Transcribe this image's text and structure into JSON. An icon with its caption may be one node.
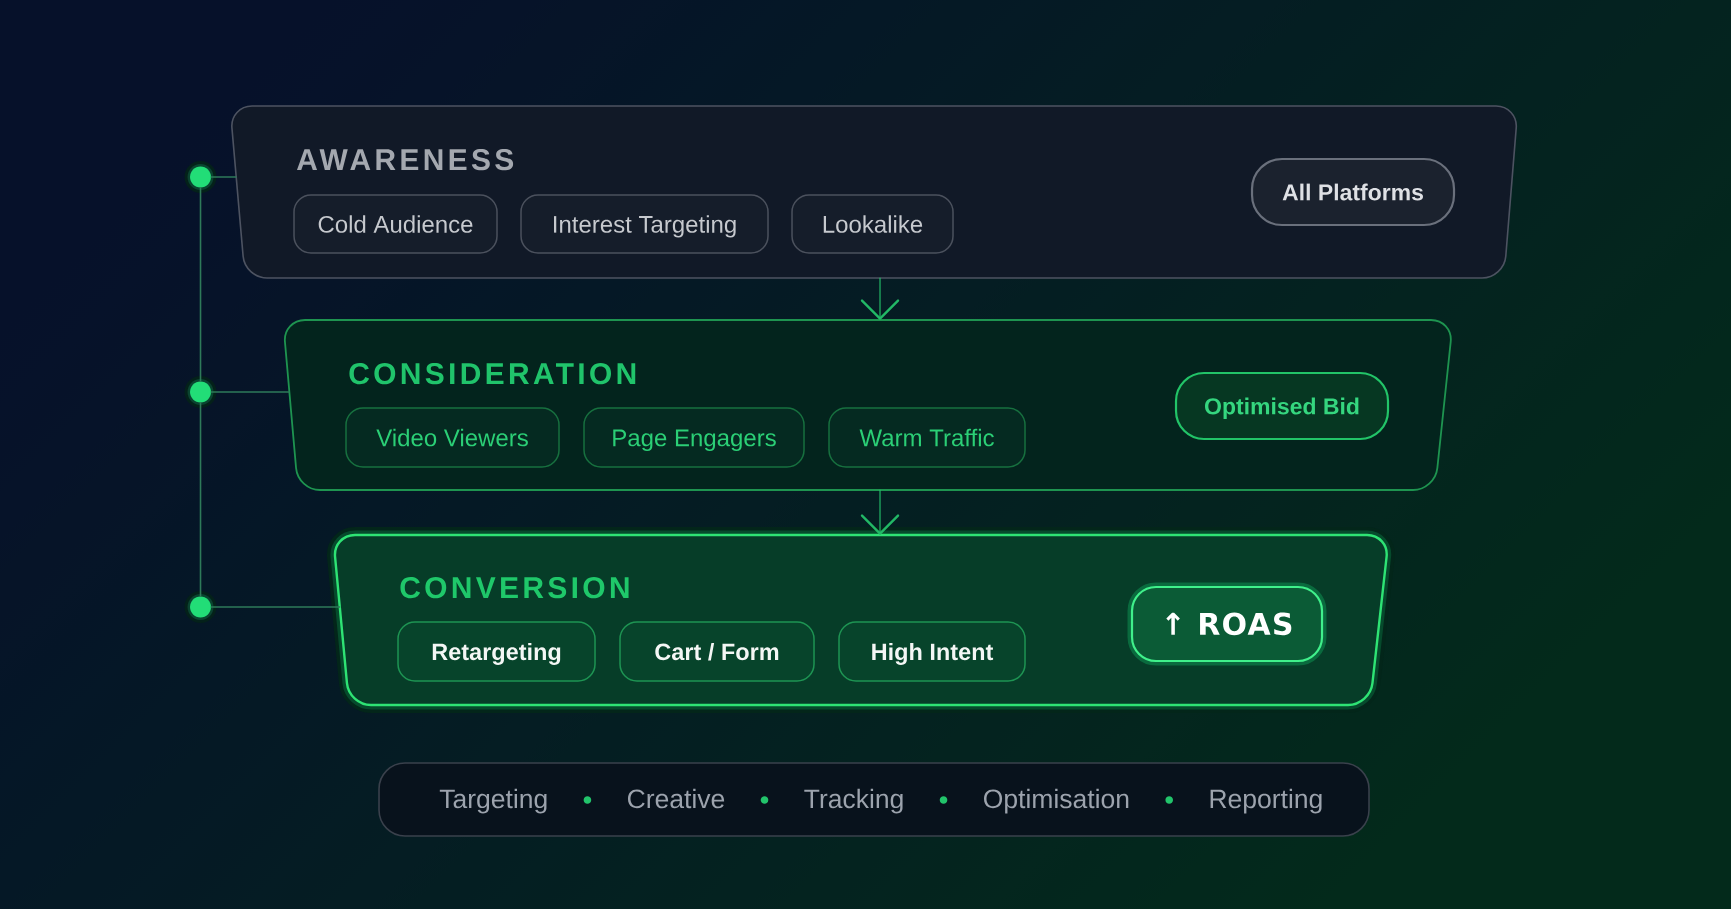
{
  "diagram": {
    "nodes": [
      {
        "text": [
          "AWARENESS"
        ]
      },
      {
        "text": [
          "Cold Audience"
        ],
        "in": 0
      },
      {
        "text": [
          "Interest Targeting"
        ],
        "in": 0
      },
      {
        "text": [
          "Lookalike"
        ],
        "in": 0
      },
      {
        "text": [
          "All Platforms"
        ],
        "in": 0
      },
      {
        "text": [
          "CONSIDERATION"
        ]
      },
      {
        "text": [
          "Video Viewers"
        ],
        "in": 5
      },
      {
        "text": [
          "Page Engagers"
        ],
        "in": 5
      },
      {
        "text": [
          "Warm Traffic"
        ],
        "in": 5
      },
      {
        "text": [
          "Optimised Bid"
        ],
        "in": 5
      },
      {
        "text": [
          "CONVERSION"
        ]
      },
      {
        "text": [
          "Retargeting"
        ],
        "in": 10
      },
      {
        "text": [
          "Cart / Form"
        ],
        "in": 10
      },
      {
        "text": [
          "High Intent"
        ],
        "in": 10
      },
      {
        "text": [
          "↑ ROAS"
        ],
        "in": 10
      },
      {
        "text": [
          "Targeting",
          "Creative",
          "Tracking",
          "Optimisation",
          "Reporting"
        ]
      },
      {
        "text": [],
        "shape": "circle"
      },
      {
        "text": [],
        "shape": "circle"
      },
      {
        "text": [],
        "shape": "circle"
      }
    ],
    "edges": [
      {
        "from": 0,
        "to": 5,
        "arrow": "to",
        "color": "#22b866"
      },
      {
        "from": 5,
        "to": 10,
        "arrow": "to",
        "color": "#22b866"
      },
      {
        "from": 16,
        "to": 17,
        "arrow": "none"
      },
      {
        "from": 17,
        "to": 18,
        "arrow": "none"
      },
      {
        "from": 16,
        "to": 0,
        "arrow": "none"
      },
      {
        "from": 17,
        "to": 5,
        "arrow": "none"
      },
      {
        "from": 18,
        "to": 10,
        "arrow": "none"
      }
    ]
  }
}
